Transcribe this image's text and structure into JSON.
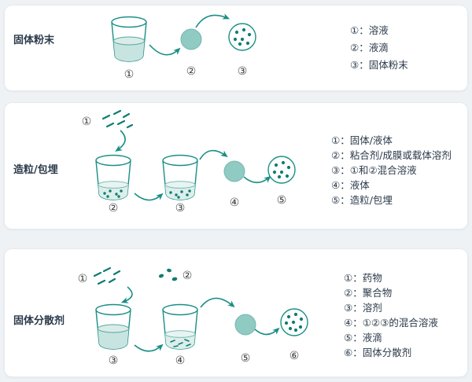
{
  "colors": {
    "teal_outline": "#1a8f85",
    "teal_dark_dots": "#0e7d72",
    "liquid_fill": "#c8e4e0",
    "droplet_fill": "#8fcac3",
    "card_background": "#ffffff",
    "page_background": "#eef2f5",
    "text": "#2b3a4a"
  },
  "sections": [
    {
      "title": "固体粉末",
      "steps": [
        "①",
        "②",
        "③"
      ],
      "legend": [
        "①：溶液",
        "②：液滴",
        "③：固体粉末"
      ]
    },
    {
      "title": "造粒/包埋",
      "steps": [
        "①",
        "②",
        "③",
        "④",
        "⑤"
      ],
      "legend": [
        "①：固体/液体",
        "②：粘合剂/成膜或载体溶剂",
        "③：①和②混合溶液",
        "④：液体",
        "⑤：造粒/包埋"
      ]
    },
    {
      "title": "固体分散剂",
      "steps": [
        "①",
        "②",
        "③",
        "④",
        "⑤",
        "⑥"
      ],
      "legend": [
        "①：药物",
        "②：聚合物",
        "③：溶剂",
        "④：①②③的混合溶液",
        "⑤：液滴",
        "⑥：固体分散剂"
      ]
    }
  ]
}
